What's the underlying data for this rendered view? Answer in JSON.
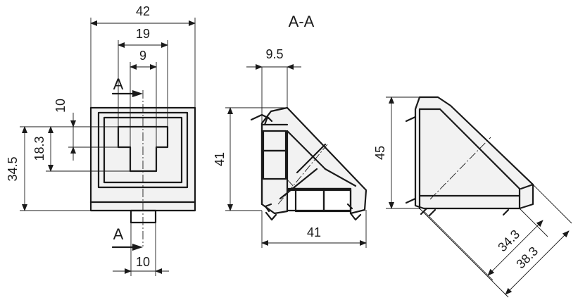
{
  "section_title": "A-A",
  "section_marker": "A",
  "front_view": {
    "width_overall": "42",
    "width_slot": "19",
    "width_slot_inner": "9",
    "height_offset": "10",
    "height_slot": "18.3",
    "height_overall": "34.5",
    "pin_width": "10"
  },
  "section_view": {
    "flange_width": "9.5",
    "height": "41",
    "width": "41"
  },
  "side_view": {
    "height": "45",
    "diag_inner": "34.3",
    "diag_outer": "38.3"
  }
}
